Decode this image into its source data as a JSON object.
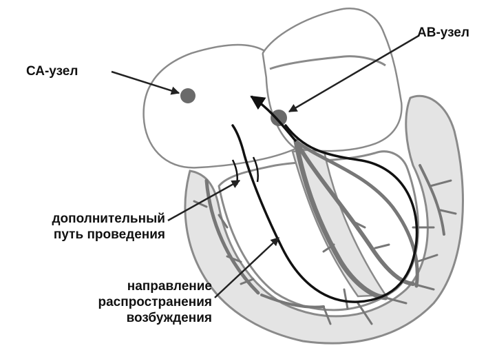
{
  "labels": {
    "sa_node": "СА-узел",
    "av_node": "АВ-узел",
    "accessory_pathway": [
      "дополнительный",
      "путь проведения"
    ],
    "excitation_direction": [
      "направление",
      "распространения",
      "возбуждения"
    ]
  },
  "colors": {
    "outline": "#8a8a8a",
    "wall_fill": "#e4e4e4",
    "conduction_fibers": "#777777",
    "node_fill": "#6a6a6a",
    "pathway_line": "#111111",
    "pointer_line": "#222222"
  }
}
